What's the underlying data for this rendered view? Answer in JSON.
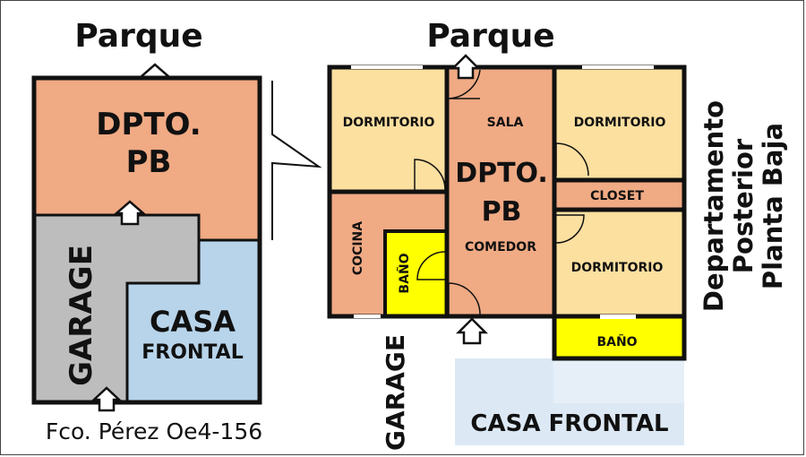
{
  "overview": {
    "top_label": "Parque",
    "unit_label_line1": "DPTO.",
    "unit_label_line2": "PB",
    "garage_label": "GARAGE",
    "house_label_line1": "CASA",
    "house_label_line2": "FRONTAL",
    "address": "Fco. Pérez Oe4-156"
  },
  "plan": {
    "top_label": "Parque",
    "rooms": {
      "bedroom_top_left": "DORMITORIO",
      "living": "SALA",
      "bedroom_top_right": "DORMITORIO",
      "unit_line1": "DPTO.",
      "unit_line2": "PB",
      "closet": "CLOSET",
      "kitchen": "COCINA",
      "bath_left": "BAÑO",
      "dining": "COMEDOR",
      "bedroom_bottom_right": "DORMITORIO",
      "bath_bottom": "BAÑO"
    },
    "garage_label": "GARAGE",
    "front_house_label": "CASA FRONTAL",
    "side_title_line1": "Departamento",
    "side_title_line2": "Posterior",
    "side_title_line3": "Planta Baja"
  },
  "colors": {
    "apartment": "#f0aa84",
    "garage": "#bdbdbd",
    "house": "#b8d4ea",
    "bedroom": "#fce0a0",
    "bath": "#ffff00",
    "front_zone": "#dce9f5",
    "wall": "#111111"
  }
}
